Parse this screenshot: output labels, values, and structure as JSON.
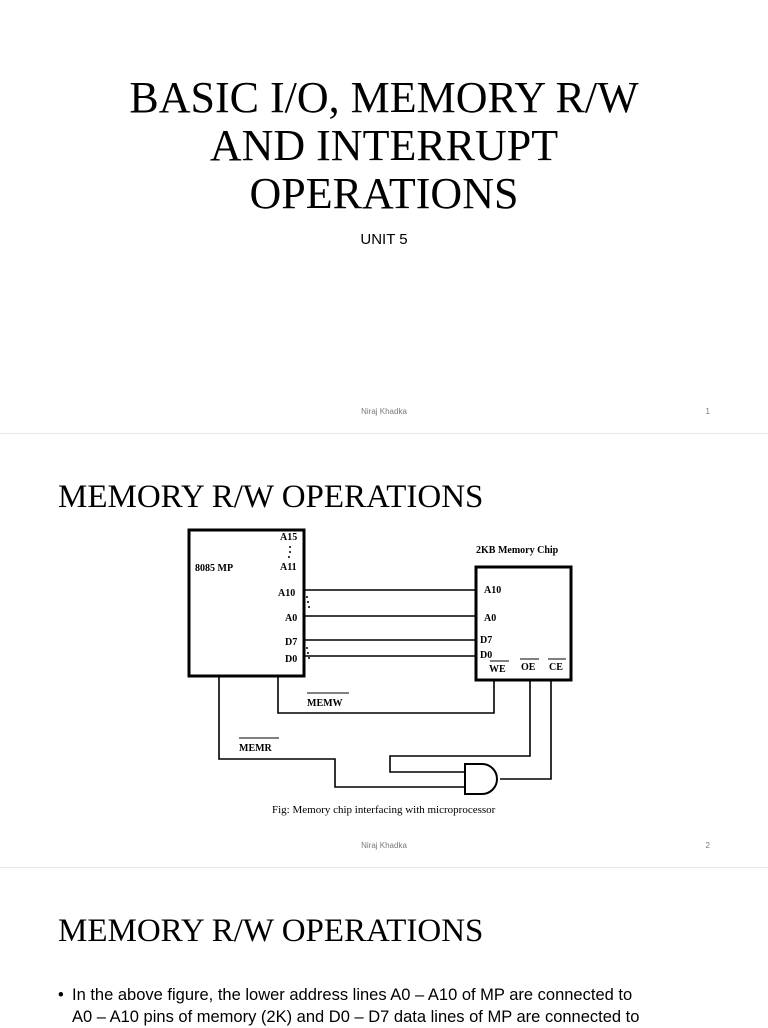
{
  "slide1": {
    "title_lines": [
      "BASIC I/O, MEMORY R/W",
      "AND INTERRUPT",
      "OPERATIONS"
    ],
    "subtitle": "UNIT 5",
    "footer": "Niraj Khadka",
    "page_number": "1"
  },
  "slide2": {
    "heading": "MEMORY R/W OPERATIONS",
    "diagram": {
      "mp_label": "8085 MP",
      "mp_pins": [
        "A15",
        "A11",
        "A10",
        "A0",
        "D7",
        "D0"
      ],
      "chip_title": "2KB Memory Chip",
      "chip_pins": [
        "A10",
        "A0",
        "D7",
        "D0"
      ],
      "chip_controls": [
        "WE",
        "OE",
        "CE"
      ],
      "memw_label": "MEMW",
      "memr_label": "MEMR"
    },
    "caption": "Fig: Memory chip interfacing with microprocessor",
    "footer": "Niraj Khadka",
    "page_number": "2"
  },
  "slide3": {
    "heading": "MEMORY R/W OPERATIONS",
    "bullet_bullet": "•",
    "bullet_line1": "In the above figure, the lower address lines A0 – A10 of MP are connected to",
    "bullet_line2": "A0 – A10 pins of memory (2K) and D0 – D7 data lines of MP are connected to"
  }
}
